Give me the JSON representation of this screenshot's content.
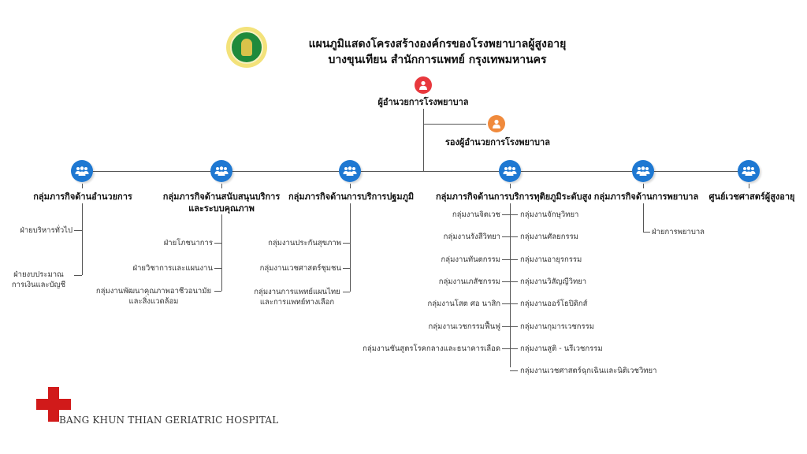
{
  "header": {
    "title_line1": "แผนภูมิแสดงโครงสร้างองค์กรของโรงพยาบาลผู้สูงอายุ",
    "title_line2": "บางขุนเทียน สำนักการแพทย์ กรุงเทพมหานคร",
    "logo_icon": "hospital-emblem-icon"
  },
  "colors": {
    "director": "#e8383d",
    "deputy": "#f08a3c",
    "group": "#1e78d2",
    "connector": "#555555",
    "brand_red": "#d11a1a"
  },
  "director": {
    "label": "ผู้อำนวยการโรงพยาบาล",
    "icon": "person-icon"
  },
  "deputy": {
    "label": "รองผู้อำนวยการโรงพยาบาล",
    "icon": "person-icon"
  },
  "groups": [
    {
      "label": "กลุ่มภารกิจด้านอำนวยการ",
      "icon": "group-icon",
      "units": [
        "ฝ่ายบริหารทั่วไป",
        "ฝ่ายงบประมาณ การเงินและบัญชี"
      ]
    },
    {
      "label": "กลุ่มภารกิจด้านสนับสนุนบริการ และระบบคุณภาพ",
      "icon": "group-icon",
      "units": [
        "ฝ่ายโภชนาการ",
        "ฝ่ายวิชาการและแผนงาน",
        "กลุ่มงานพัฒนาคุณภาพอาชีวอนามัย และสิ่งแวดล้อม"
      ]
    },
    {
      "label": "กลุ่มภารกิจด้านการบริการปฐมภูมิ",
      "icon": "group-icon",
      "units": [
        "กลุ่มงานประกันสุขภาพ",
        "กลุ่มงานเวชศาสตร์ชุมชน",
        "กลุ่มงานการแพทย์แผนไทย และการแพทย์ทางเลือก"
      ]
    },
    {
      "label": "กลุ่มภารกิจด้านการบริการทุติยภูมิระดับสูง",
      "icon": "group-icon",
      "units_left": [
        "กลุ่มงานจิตเวช",
        "กลุ่มงานรังสีวิทยา",
        "กลุ่มงานทันตกรรม",
        "กลุ่มงานเภสัชกรรม",
        "กลุ่มงานโสต ศอ นาสิก",
        "กลุ่มงานเวชกรรมฟื้นฟู",
        "กลุ่มงานชันสูตรโรคกลางและธนาคารเลือด"
      ],
      "units_right": [
        "กลุ่มงานจักษุวิทยา",
        "กลุ่มงานศัลยกรรม",
        "กลุ่มงานอายุรกรรม",
        "กลุ่มงานวิสัญญีวิทยา",
        "กลุ่มงานออร์โธปิดิกส์",
        "กลุ่มงานกุมารเวชกรรม",
        "กลุ่มงานสูติ - นรีเวชกรรม",
        "กลุ่มงานเวชศาสตร์ฉุกเฉินและนิติเวชวิทยา"
      ]
    },
    {
      "label": "กลุ่มภารกิจด้านการพยาบาล",
      "icon": "group-icon",
      "units": [
        "ฝ่ายการพยาบาล"
      ]
    },
    {
      "label": "ศูนย์เวชศาสตร์ผู้สูงอายุ",
      "icon": "group-icon",
      "units": []
    }
  ],
  "footer": {
    "hospital_name": "BANG KHUN THIAN GERIATRIC HOSPITAL",
    "icon": "red-cross-icon"
  }
}
